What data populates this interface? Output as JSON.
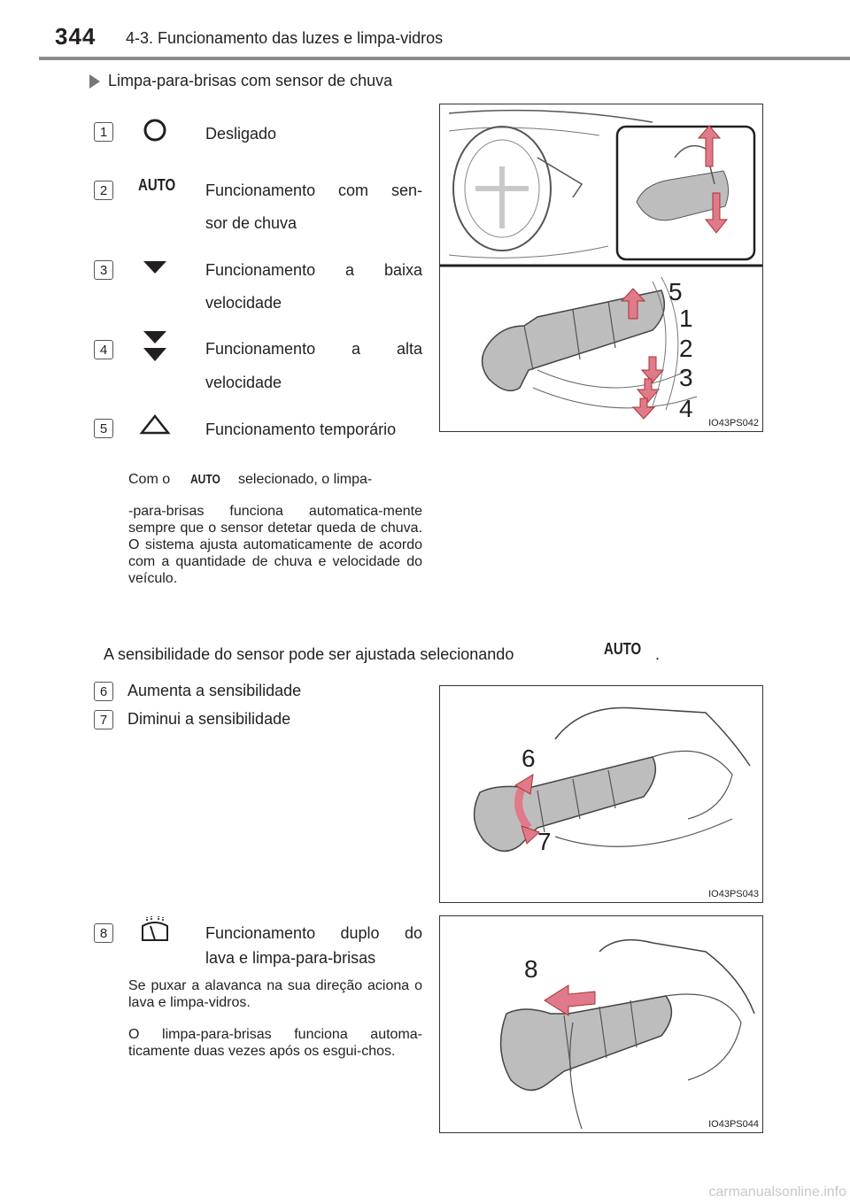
{
  "header": {
    "page_number": "344",
    "chapter": "4-3. Funcionamento das luzes e limpa-vidros"
  },
  "section": {
    "title": "Limpa-para-brisas com sensor de chuva"
  },
  "items": [
    {
      "num": "1",
      "symbol": "off-circle",
      "line1": "Desligado",
      "line2": ""
    },
    {
      "num": "2",
      "symbol": "AUTO",
      "line1": "Funcionamento com sen-",
      "line2": "sor de chuva"
    },
    {
      "num": "3",
      "symbol": "low-speed-triangle",
      "line1": "Funcionamento a baixa",
      "line2": "velocidade"
    },
    {
      "num": "4",
      "symbol": "high-speed-triangles",
      "line1": "Funcionamento a alta",
      "line2": "velocidade"
    },
    {
      "num": "5",
      "symbol": "temporary-triangle",
      "line1": "Funcionamento temporário",
      "line2": ""
    }
  ],
  "auto_note": {
    "prefix": "Com o",
    "symbol": "AUTO",
    "suffix": "selecionado, o limpa-",
    "body": "-para-brisas funciona automatica-mente sempre que o sensor detetar queda de chuva. O sistema ajusta automaticamente de acordo com a quantidade de chuva e velocidade do veículo."
  },
  "sensitivity": {
    "text": "A sensibilidade do sensor pode ser ajustada selecionando",
    "symbol": "AUTO",
    "end": "."
  },
  "sens_items": [
    {
      "num": "6",
      "label": "Aumenta a sensibilidade"
    },
    {
      "num": "7",
      "label": "Diminui a sensibilidade"
    }
  ],
  "washer": {
    "num": "8",
    "line1": "Funcionamento duplo do",
    "line2": "lava e limpa-para-brisas",
    "para1": "Se puxar a alavanca na sua direção aciona o lava e limpa-vidros.",
    "para2": "O limpa-para-brisas funciona automa-ticamente duas vezes após os esgui-chos."
  },
  "figures": [
    {
      "code": "IO43PS042",
      "labels": [
        "5",
        "1",
        "2",
        "3",
        "4"
      ]
    },
    {
      "code": "IO43PS043",
      "labels": [
        "6",
        "7"
      ]
    },
    {
      "code": "IO43PS044",
      "labels": [
        "8"
      ]
    }
  ],
  "watermark": "carmanualsonline.info"
}
